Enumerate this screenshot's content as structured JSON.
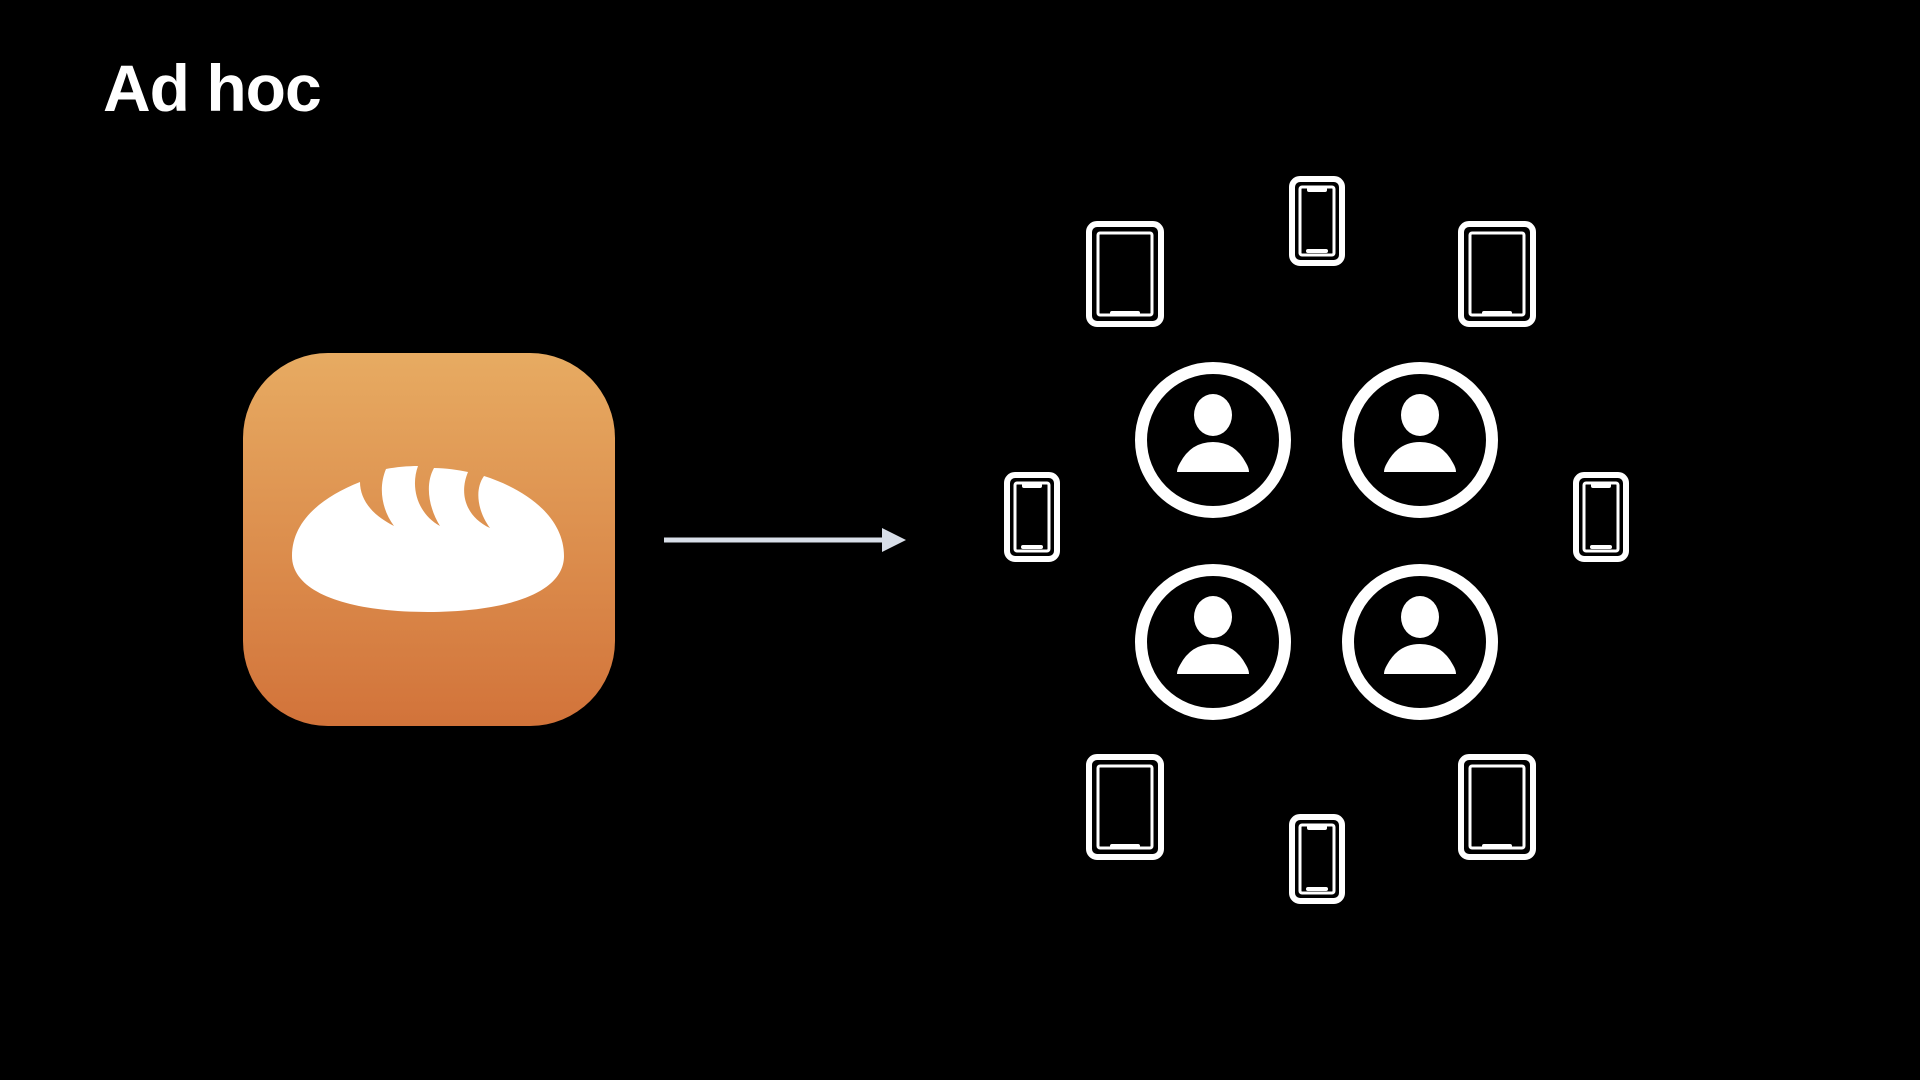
{
  "slide": {
    "title": "Ad hoc"
  },
  "colors": {
    "background": "#000000",
    "foreground": "#ffffff",
    "app_icon_gradient_top": "#E7AB62",
    "app_icon_gradient_bottom": "#D2733A",
    "arrow": "#D8DEE8"
  },
  "icons": {
    "app": "bread-loaf-app-icon",
    "flow": "right-arrow-icon",
    "user": "person-circle-icon",
    "phone": "iphone-icon",
    "tablet": "ipad-icon"
  },
  "diagram": {
    "users": 4,
    "phones": 4,
    "tablets": 4
  }
}
